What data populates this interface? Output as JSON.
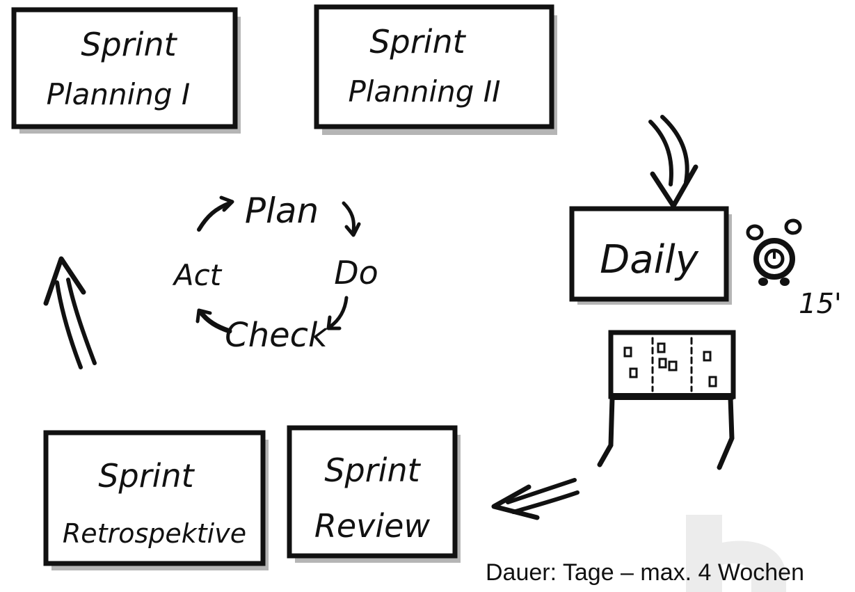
{
  "boxes": {
    "sprint_planning_1": {
      "line1": "Sprint",
      "line2": "Planning I"
    },
    "sprint_planning_2": {
      "line1": "Sprint",
      "line2": "Planning II"
    },
    "daily": {
      "label": "Daily"
    },
    "sprint_review": {
      "line1": "Sprint",
      "line2": "Review"
    },
    "sprint_retrospective": {
      "line1": "Sprint",
      "line2": "Retrospektive"
    }
  },
  "pdca_cycle": {
    "plan": "Plan",
    "do": "Do",
    "check": "Check",
    "act": "Act"
  },
  "timer": {
    "label": "15'"
  },
  "footer": {
    "duration": "Dauer: Tage – max. 4 Wochen"
  },
  "icons": [
    "alarm-clock-icon",
    "task-board-icon"
  ],
  "colors": {
    "ink": "#111111",
    "shadow": "#9a9a9a",
    "background": "#ffffff"
  }
}
